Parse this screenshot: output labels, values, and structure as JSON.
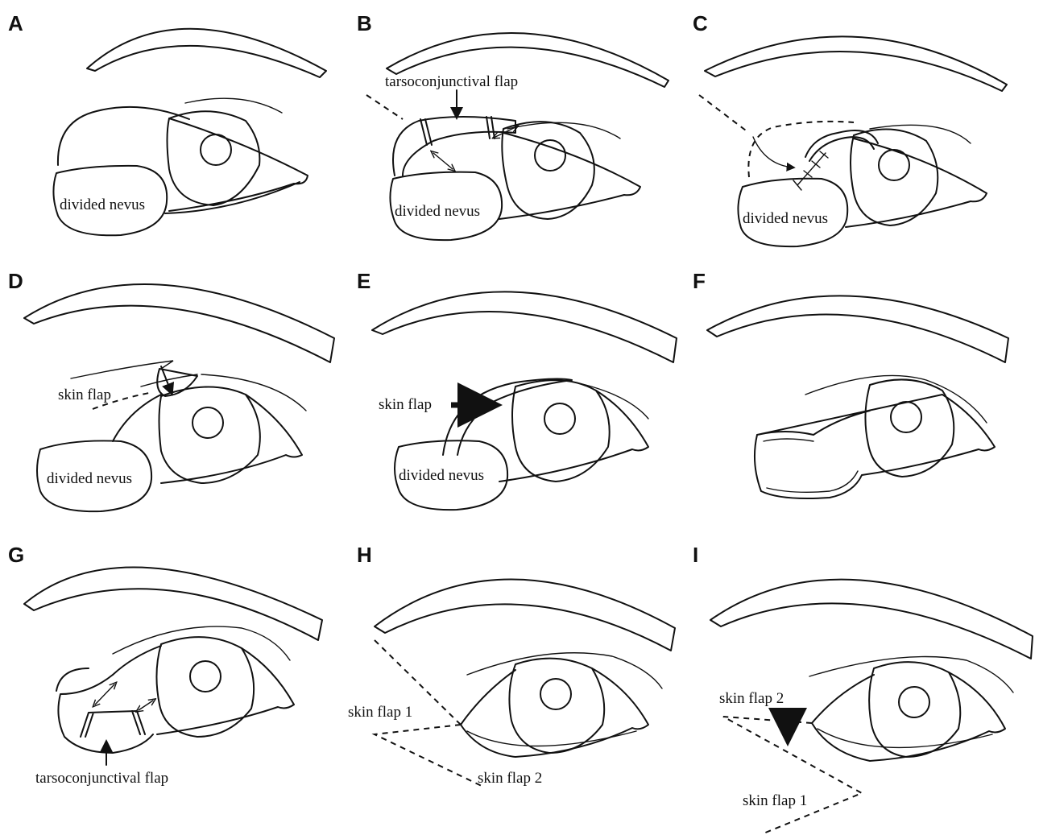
{
  "panels": [
    {
      "letter": "A",
      "labels": {
        "nevus": "divided nevus"
      }
    },
    {
      "letter": "B",
      "labels": {
        "flap": "tarsoconjunctival flap",
        "nevus": "divided nevus"
      }
    },
    {
      "letter": "C",
      "labels": {
        "nevus": "divided nevus"
      }
    },
    {
      "letter": "D",
      "labels": {
        "flap": "skin flap",
        "nevus": "divided nevus"
      }
    },
    {
      "letter": "E",
      "labels": {
        "flap": "skin flap",
        "nevus": "divided nevus"
      }
    },
    {
      "letter": "F",
      "labels": {}
    },
    {
      "letter": "G",
      "labels": {
        "flap": "tarsoconjunctival flap"
      }
    },
    {
      "letter": "H",
      "labels": {
        "flap1": "skin flap 1",
        "flap2": "skin flap 2"
      }
    },
    {
      "letter": "I",
      "labels": {
        "flap2": "skin flap 2",
        "flap1": "skin flap 1"
      }
    }
  ]
}
